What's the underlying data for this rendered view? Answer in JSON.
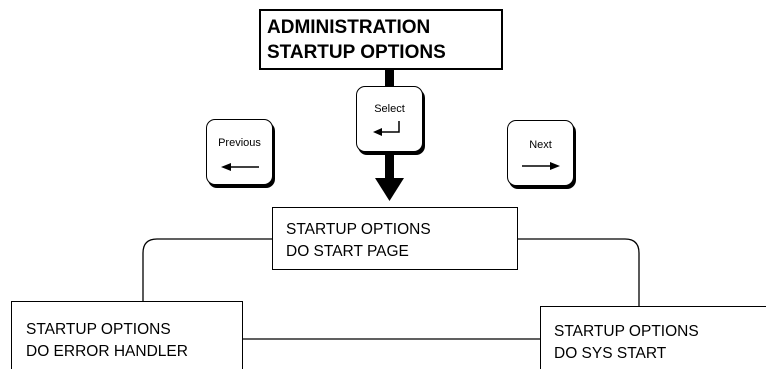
{
  "nodes": {
    "top": {
      "line1": "ADMINISTRATION",
      "line2": "STARTUP OPTIONS"
    },
    "middle": {
      "line1": "STARTUP OPTIONS",
      "line2": "DO START PAGE"
    },
    "left": {
      "line1": "STARTUP OPTIONS",
      "line2": "DO ERROR HANDLER"
    },
    "right": {
      "line1": "STARTUP OPTIONS",
      "line2": "DO SYS START"
    }
  },
  "keys": {
    "previous": {
      "label": "Previous",
      "icon": "arrow-left-icon"
    },
    "select": {
      "label": "Select",
      "icon": "enter-return-icon"
    },
    "next": {
      "label": "Next",
      "icon": "arrow-right-icon"
    }
  },
  "colors": {
    "line": "#000000",
    "background": "#ffffff"
  }
}
